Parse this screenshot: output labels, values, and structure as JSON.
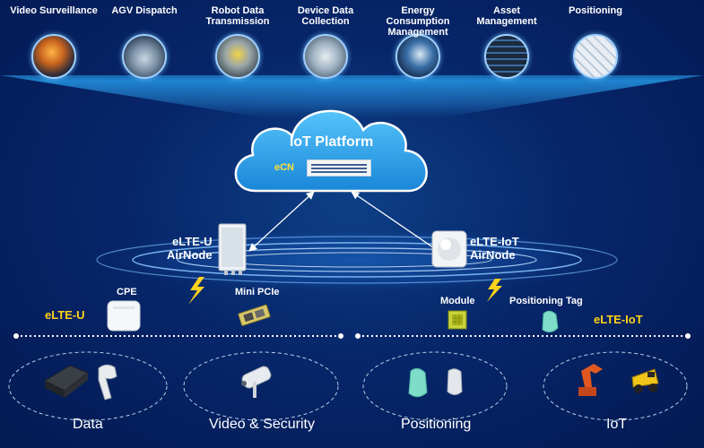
{
  "applications": [
    {
      "label": "Video Surveillance"
    },
    {
      "label": "AGV Dispatch"
    },
    {
      "label": "Robot Data Transmission"
    },
    {
      "label": "Device Data Collection"
    },
    {
      "label": "Energy Consumption Management"
    },
    {
      "label": "Asset Management"
    },
    {
      "label": "Positioning"
    }
  ],
  "cloud": {
    "title": "IoT Platform",
    "ecn": "eCN"
  },
  "nodes": {
    "elte_u": {
      "line1": "eLTE-U",
      "line2": "AirNode"
    },
    "elte_iot": {
      "line1": "eLTE-IoT",
      "line2": "AirNode"
    }
  },
  "devices": {
    "cpe": "CPE",
    "mini_pcie": "Mini PCIe",
    "module": "Module",
    "positioning_tag": "Positioning Tag"
  },
  "bands": {
    "left": "eLTE-U",
    "right": "eLTE-IoT"
  },
  "categories": [
    "Data",
    "Video & Security",
    "Positioning",
    "IoT"
  ],
  "colors": {
    "accent_yellow": "#ffd21a",
    "cloud_blue": "#2fa8ea",
    "background": "#07266a"
  }
}
